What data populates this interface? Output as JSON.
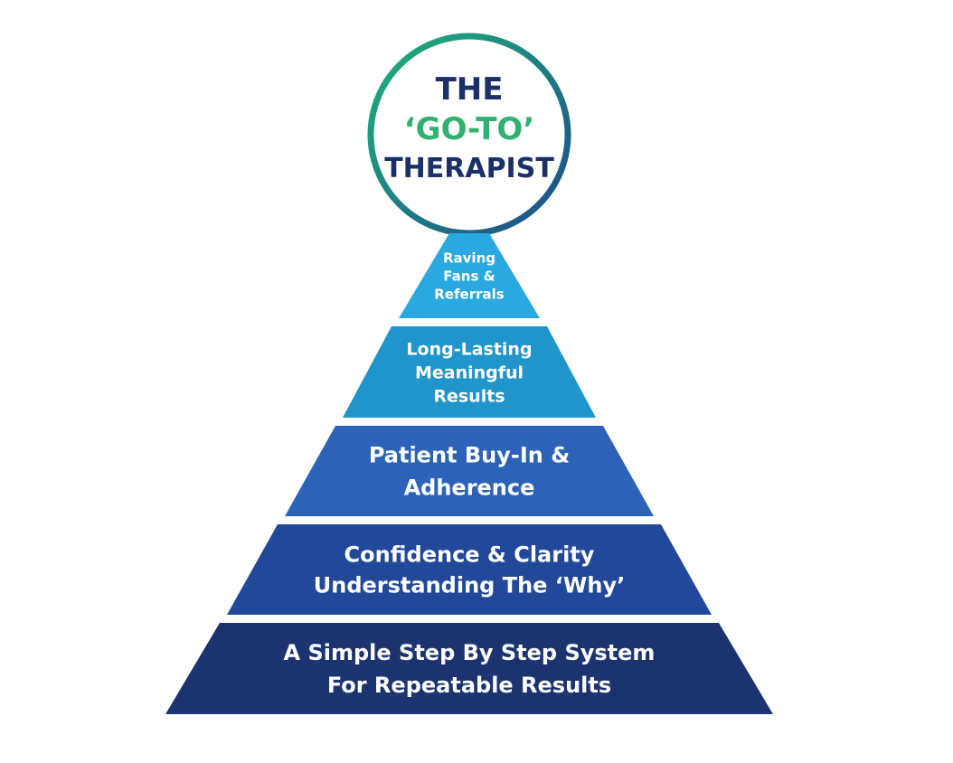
{
  "badge": {
    "line1": "THE",
    "line2": "‘GO-TO’",
    "line3": "THERAPIST",
    "colors": {
      "ring_start": "#1fb37a",
      "ring_end": "#1d4a8c",
      "navy_text": "#1b2f6b",
      "green_text": "#2fb26e"
    }
  },
  "tiers": [
    {
      "lines": [
        "Raving",
        "Fans &",
        "Referrals"
      ],
      "color": "#29a9df"
    },
    {
      "lines": [
        "Long-Lasting",
        "Meaningful",
        "Results"
      ],
      "color": "#1f95cc"
    },
    {
      "lines": [
        "Patient Buy-In &",
        "Adherence"
      ],
      "color": "#2c63b8"
    },
    {
      "lines": [
        "Confidence & Clarity",
        "Understanding The ‘Why’"
      ],
      "color": "#22489a"
    },
    {
      "lines": [
        "A Simple Step By Step System",
        "For Repeatable Results"
      ],
      "color": "#1b3470"
    }
  ]
}
